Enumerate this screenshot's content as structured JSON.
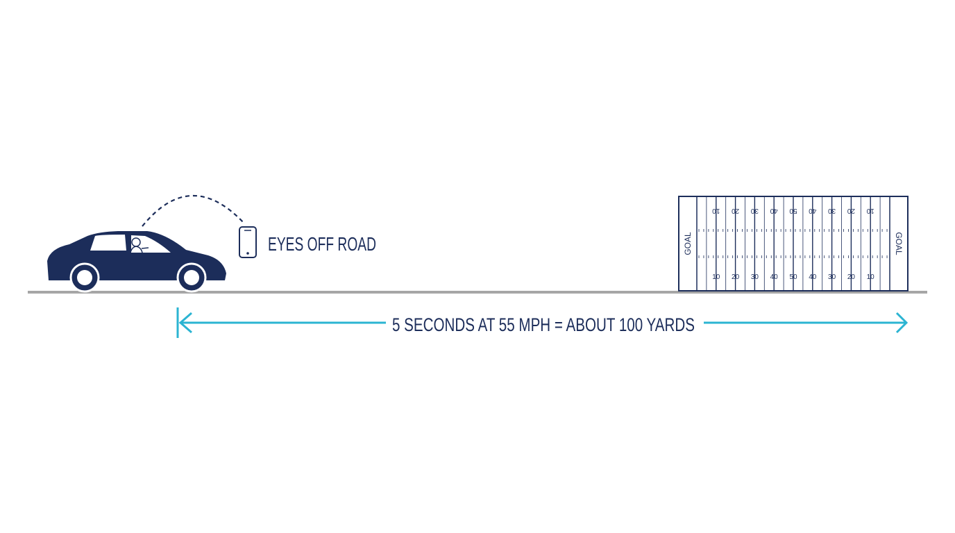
{
  "title": "",
  "caption_phone": "EYES OFF ROAD",
  "distance_label": "5 SECONDS AT 55 MPH = ABOUT 100 YARDS",
  "field": {
    "goal_left": "GOAL",
    "goal_right": "GOAL",
    "top_numbers": [
      "10",
      "20",
      "30",
      "40",
      "50",
      "40",
      "30",
      "20",
      "10"
    ],
    "bottom_numbers": [
      "10",
      "20",
      "30",
      "40",
      "50",
      "40",
      "30",
      "20",
      "10"
    ]
  },
  "colors": {
    "navy": "#1c2d5a",
    "accent": "#2bb4d2",
    "road": "#a6a6a6"
  },
  "icons": {
    "car": "car-icon",
    "phone": "phone-icon",
    "field": "football-field-icon"
  }
}
